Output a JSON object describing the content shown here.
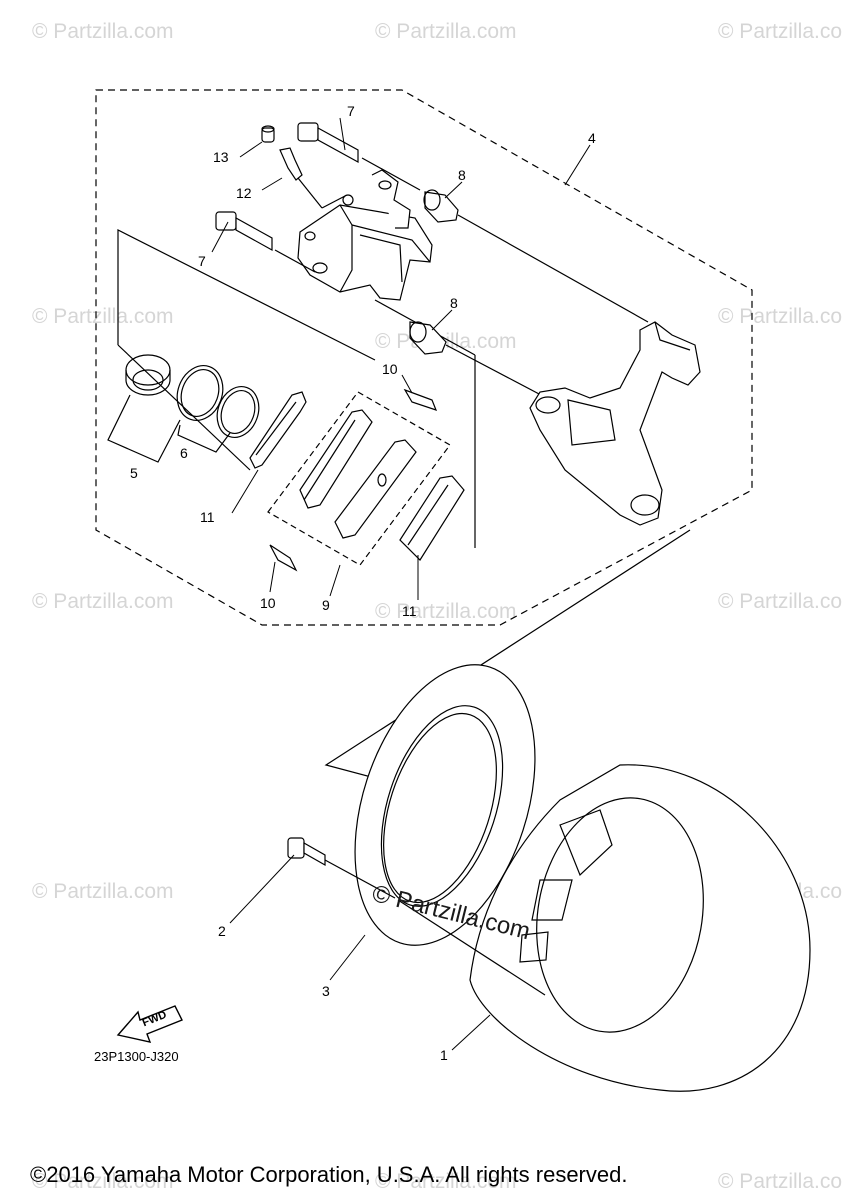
{
  "watermark_text": "© Partzilla.com",
  "center_watermark_text": "© Partzilla.com",
  "callouts": [
    {
      "id": "c13",
      "text": "13"
    },
    {
      "id": "c12",
      "text": "12"
    },
    {
      "id": "c7a",
      "text": "7"
    },
    {
      "id": "c7b",
      "text": "7"
    },
    {
      "id": "c8a",
      "text": "8"
    },
    {
      "id": "c8b",
      "text": "8"
    },
    {
      "id": "c4",
      "text": "4"
    },
    {
      "id": "c10a",
      "text": "10"
    },
    {
      "id": "c10b",
      "text": "10"
    },
    {
      "id": "c5",
      "text": "5"
    },
    {
      "id": "c6",
      "text": "6"
    },
    {
      "id": "c11a",
      "text": "11"
    },
    {
      "id": "c11b",
      "text": "11"
    },
    {
      "id": "c9",
      "text": "9"
    },
    {
      "id": "c2",
      "text": "2"
    },
    {
      "id": "c3",
      "text": "3"
    },
    {
      "id": "c1",
      "text": "1"
    }
  ],
  "fwd_label": "FWD",
  "diagram_code": "23P1300-J320",
  "copyright": "©2016 Yamaha Motor Corporation, U.S.A. All rights reserved."
}
